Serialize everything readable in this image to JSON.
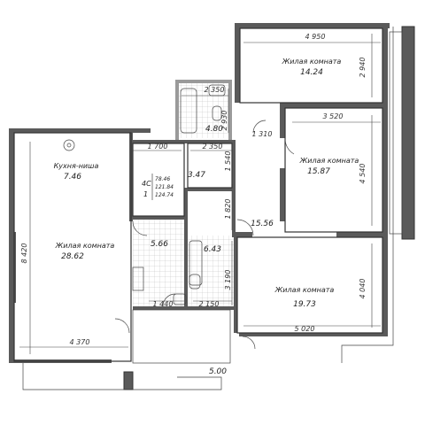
{
  "rooms": {
    "room1": {
      "name": "Жилая комната",
      "area": "14.24"
    },
    "room2": {
      "name": "Жилая комната",
      "area": "15.87"
    },
    "room3": {
      "name": "Жилая комната",
      "area": "19.73"
    },
    "room4": {
      "name": "Жилая комната",
      "area": "28.62"
    },
    "kitchen": {
      "name": "Кухня-ниша",
      "area": "7.46"
    },
    "hall": {
      "area": "15.56"
    },
    "bath_top": {
      "area": "4.80"
    },
    "wc": {
      "area": "3.47"
    },
    "bath_mid": {
      "area": "6.43"
    },
    "laundry": {
      "area": "5.66"
    },
    "balcony": {
      "area": "5.00"
    }
  },
  "apartment": {
    "code": "4C",
    "number": "1",
    "areas": [
      "78.46",
      "121.84",
      "124.74"
    ]
  },
  "dimensions": {
    "d4950": "4 950",
    "d2940": "2 940",
    "d2350a": "2 350",
    "d2930": "2 930",
    "d1310": "1 310",
    "d3520": "3 520",
    "d1700": "1 700",
    "d2350b": "2 350",
    "d1540": "1 540",
    "d4540": "4 540",
    "d1820": "1 820",
    "d8420": "8 420",
    "d3190": "3 190",
    "d1440": "1 440",
    "d2150": "2 150",
    "d4040": "4 040",
    "d4370": "4 370",
    "d5020": "5 020"
  }
}
